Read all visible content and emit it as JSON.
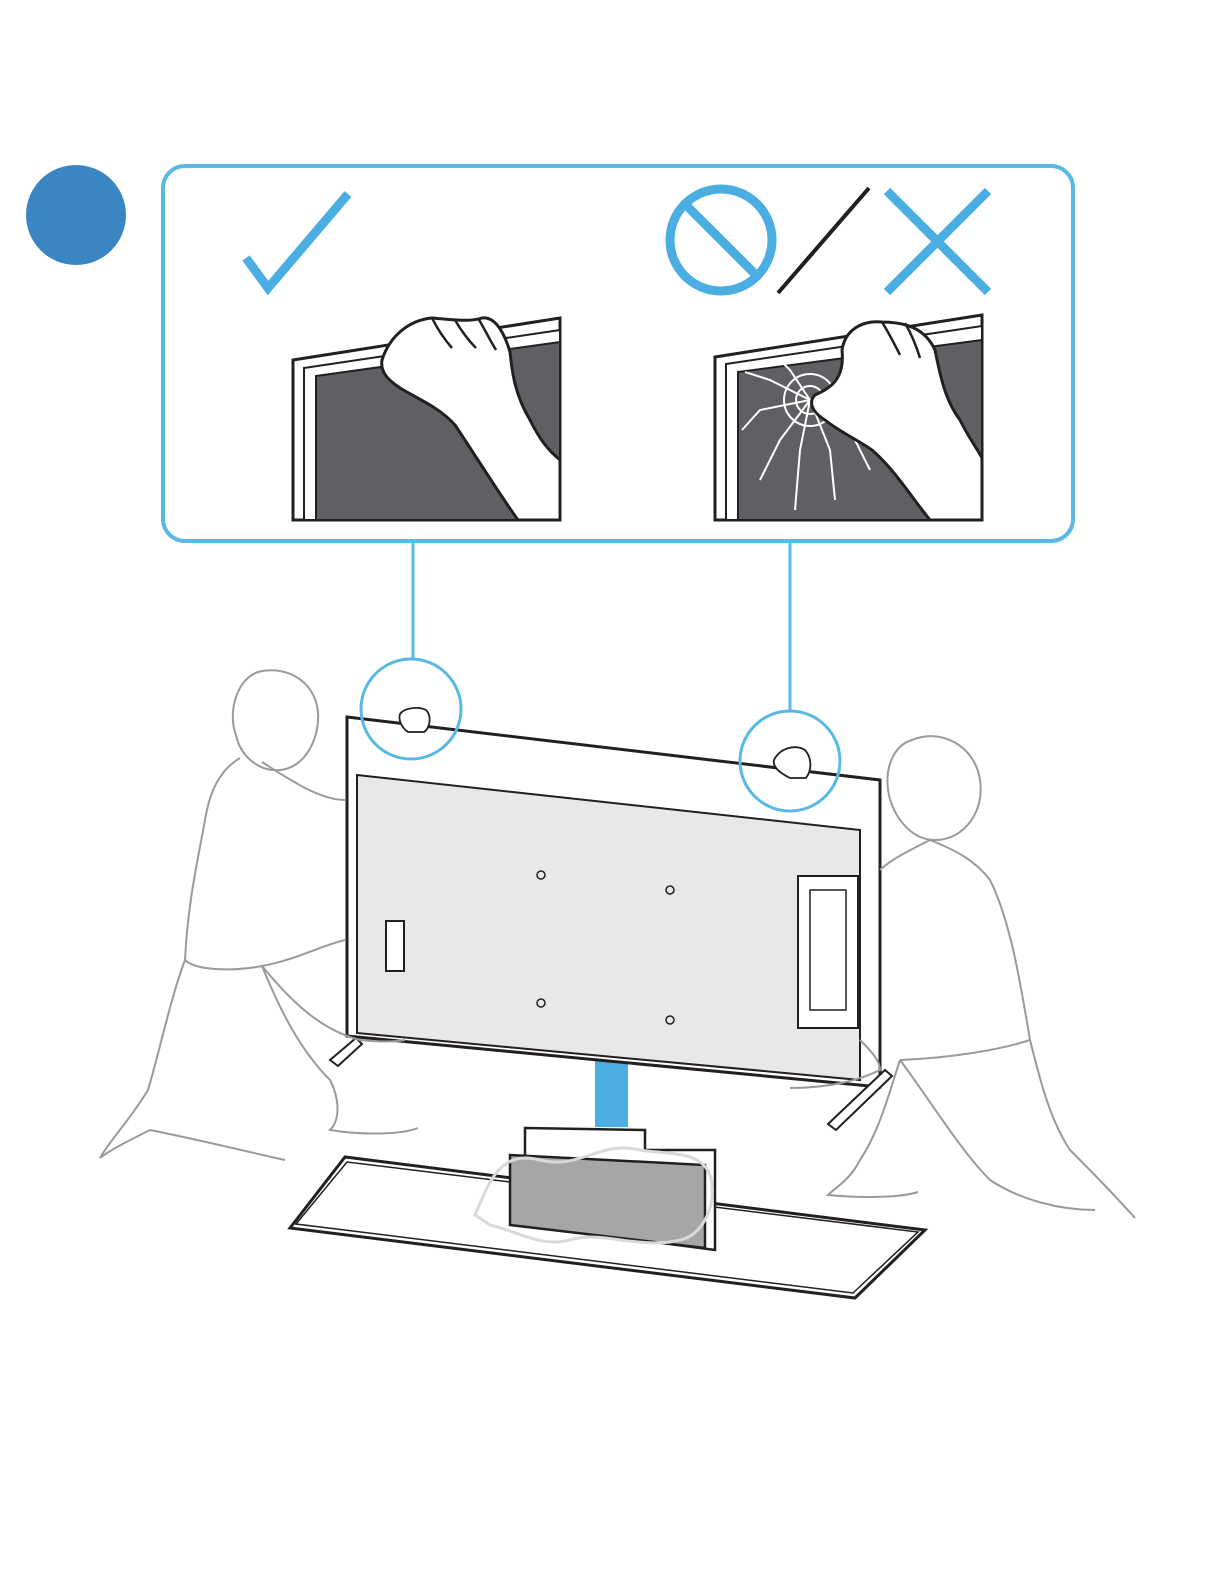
{
  "step": {
    "number": "",
    "badge_color": "#3a86c2"
  },
  "callout": {
    "border_color": "#5ab8e4",
    "correct": {
      "icon": "checkmark-icon"
    },
    "incorrect": {
      "icons": [
        "prohibited-icon",
        "slash-divider",
        "cross-icon"
      ]
    }
  },
  "colors": {
    "accent": "#5ab8e4",
    "arrow": "#4aaee3",
    "screen": "#5f6063",
    "tv_back": "#e8e8e8",
    "line": "#231f20",
    "figure_line": "#9a9a9a"
  },
  "illustration": {
    "subject": "two-people-lifting-tv-from-packaging",
    "arrow_direction": "up"
  }
}
